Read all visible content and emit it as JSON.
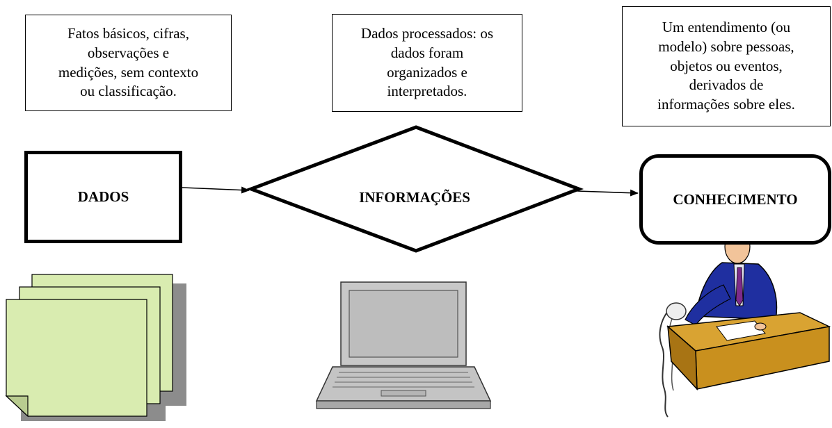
{
  "notes": {
    "dados": [
      "Fatos básicos, cifras,",
      "observações e",
      "medições, sem contexto",
      "ou classificação."
    ],
    "informacoes": [
      "Dados processados: os",
      "dados foram",
      "organizados e",
      "interpretados."
    ],
    "conhecimento": [
      "Um entendimento (ou",
      "modelo) sobre pessoas,",
      "objetos ou eventos,",
      "derivados de",
      "informações sobre eles."
    ]
  },
  "stages": {
    "dados": "DADOS",
    "informacoes": "INFORMAÇÕES",
    "conhecimento": "CONHECIMENTO"
  },
  "icons": {
    "dados": "paper-stack-icon",
    "informacoes": "laptop-icon",
    "conhecimento": "businessman-at-desk-icon"
  },
  "colors": {
    "paper": "#d9ecb0",
    "shadow": "#8c8c8c",
    "laptop": "#c0c0c0",
    "suit": "#1f2fa0",
    "desk": "#c9901e",
    "tie": "#7d2b8a"
  }
}
